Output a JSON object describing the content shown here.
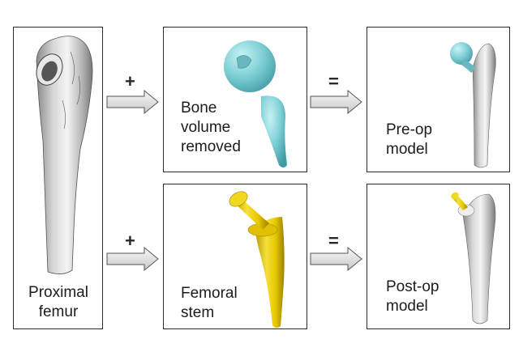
{
  "panels": {
    "proximal_femur": {
      "label_line1": "Proximal",
      "label_line2": "femur"
    },
    "bone_volume": {
      "label_line1": "Bone",
      "label_line2": "volume",
      "label_line3": "removed"
    },
    "pre_op": {
      "label_line1": "Pre-op",
      "label_line2": "model"
    },
    "femoral_stem": {
      "label_line1": "Femoral",
      "label_line2": "stem"
    },
    "post_op": {
      "label_line1": "Post-op",
      "label_line2": "model"
    }
  },
  "operators": {
    "plus": "+",
    "equals": "="
  },
  "colors": {
    "bone": "#c8c8c8",
    "bone_volume": "#7fd0d6",
    "stem": "#e8c800",
    "arrow_fill": "#e4e4e4",
    "border": "#2b2b2b"
  }
}
